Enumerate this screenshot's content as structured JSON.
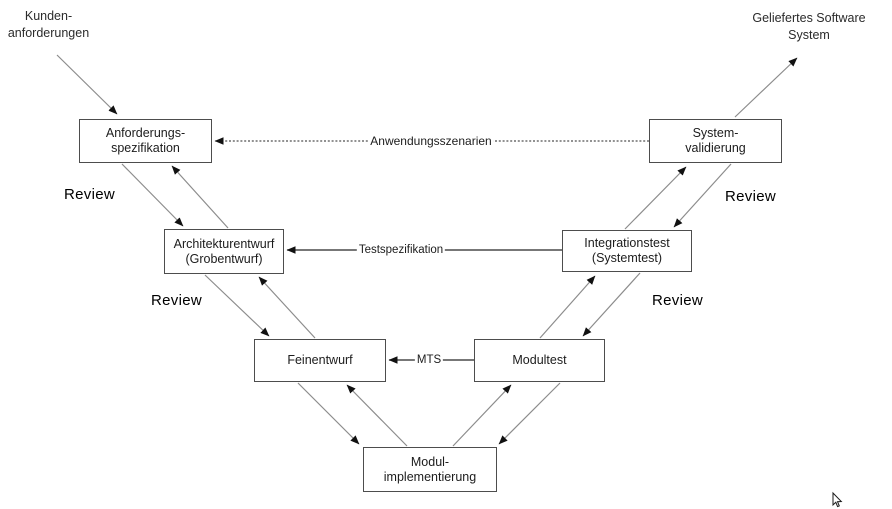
{
  "diagram": {
    "corner_labels": {
      "customer_requirements": {
        "line1": "Kunden-",
        "line2": "anforderungen"
      },
      "delivered_software": {
        "line1": "Geliefertes Software",
        "line2": "System"
      }
    },
    "boxes": {
      "anforderungsspezifikation": {
        "line1": "Anforderungs-",
        "line2": "spezifikation"
      },
      "systemvalidierung": {
        "line1": "System-",
        "line2": "validierung"
      },
      "architekturentwurf": {
        "line1": "Architekturentwurf",
        "line2": "(Grobentwurf)"
      },
      "integrationstest": {
        "line1": "Integrationstest",
        "line2": "(Systemtest)"
      },
      "feinentwurf": {
        "label": "Feinentwurf"
      },
      "modultest": {
        "label": "Modultest"
      },
      "modulimplementierung": {
        "line1": "Modul-",
        "line2": "implementierung"
      }
    },
    "connector_labels": {
      "anwendungsszenarien": "Anwendungsszenarien",
      "testspezifikation": "Testspezifikation",
      "mts": "MTS"
    },
    "review_labels": [
      "Review",
      "Review",
      "Review",
      "Review"
    ],
    "colors": {
      "box_border": "#4d4d4d",
      "diagonal_line": "#8c8c8c",
      "horizontal_line": "#262626",
      "arrowhead": "#111111",
      "text": "#1c1c1c"
    }
  }
}
